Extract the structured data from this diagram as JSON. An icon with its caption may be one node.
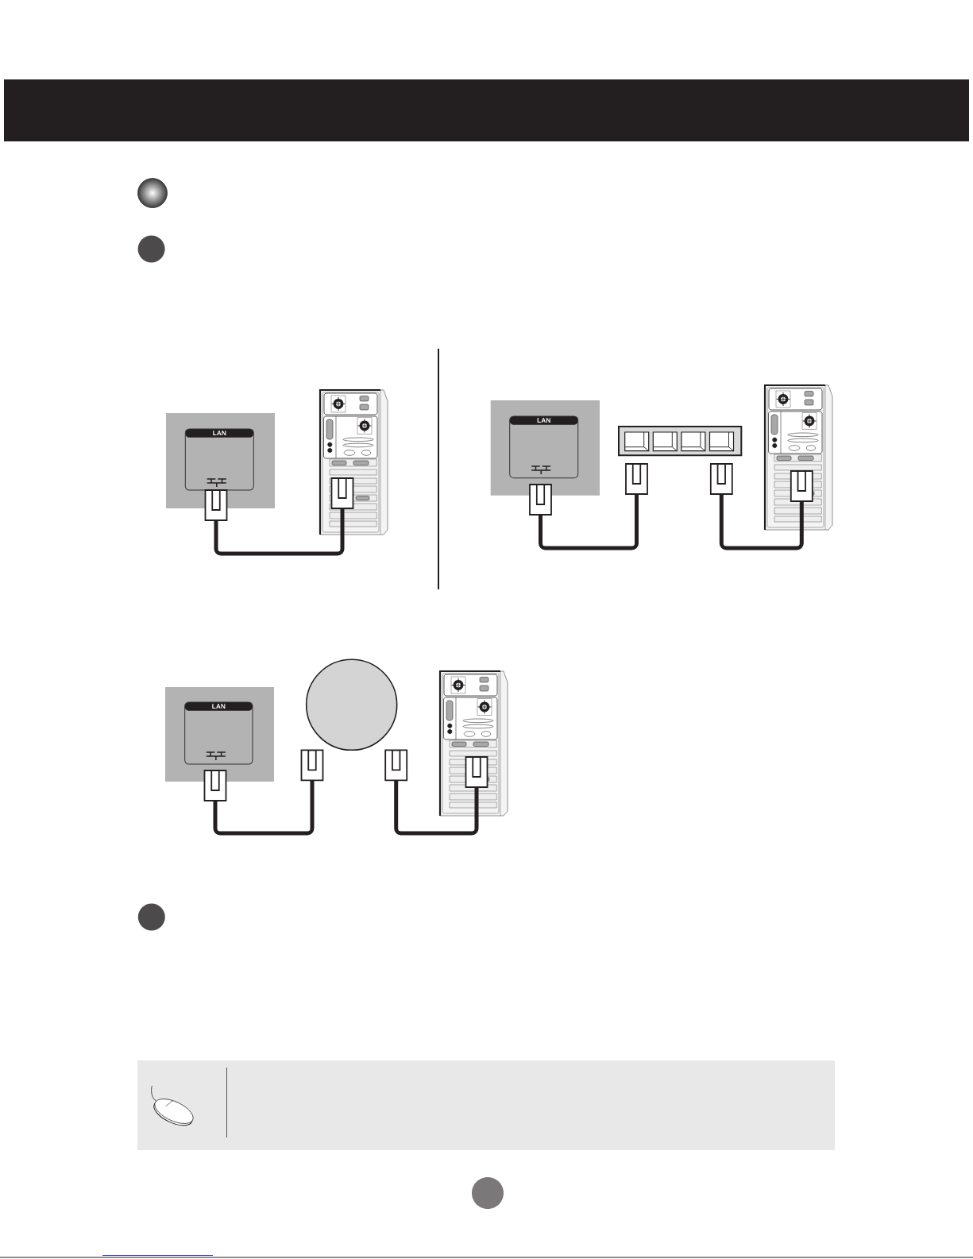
{
  "diagram": {
    "nodes": [
      {
        "text": [],
        "shape": "box"
      },
      {
        "text": [
          "LAN"
        ],
        "in": 0
      },
      {
        "text": [],
        "shape": "picture"
      },
      {
        "text": [],
        "shape": "box"
      },
      {
        "text": [
          "LAN"
        ],
        "in": 3
      },
      {
        "text": [],
        "shape": "box"
      },
      {
        "text": [],
        "shape": "picture"
      },
      {
        "text": [],
        "shape": "box"
      },
      {
        "text": [
          "LAN"
        ],
        "in": 7
      },
      {
        "text": [],
        "shape": "circle"
      },
      {
        "text": [],
        "shape": "picture"
      }
    ],
    "edges": [
      {
        "from": 1,
        "to": 2,
        "arrow": "other"
      },
      {
        "from": 4,
        "to": 5,
        "arrow": "other"
      },
      {
        "from": 5,
        "to": 6,
        "arrow": "other"
      },
      {
        "from": 8,
        "to": 9,
        "arrow": "other"
      },
      {
        "from": 9,
        "to": 10,
        "arrow": "other"
      }
    ]
  }
}
